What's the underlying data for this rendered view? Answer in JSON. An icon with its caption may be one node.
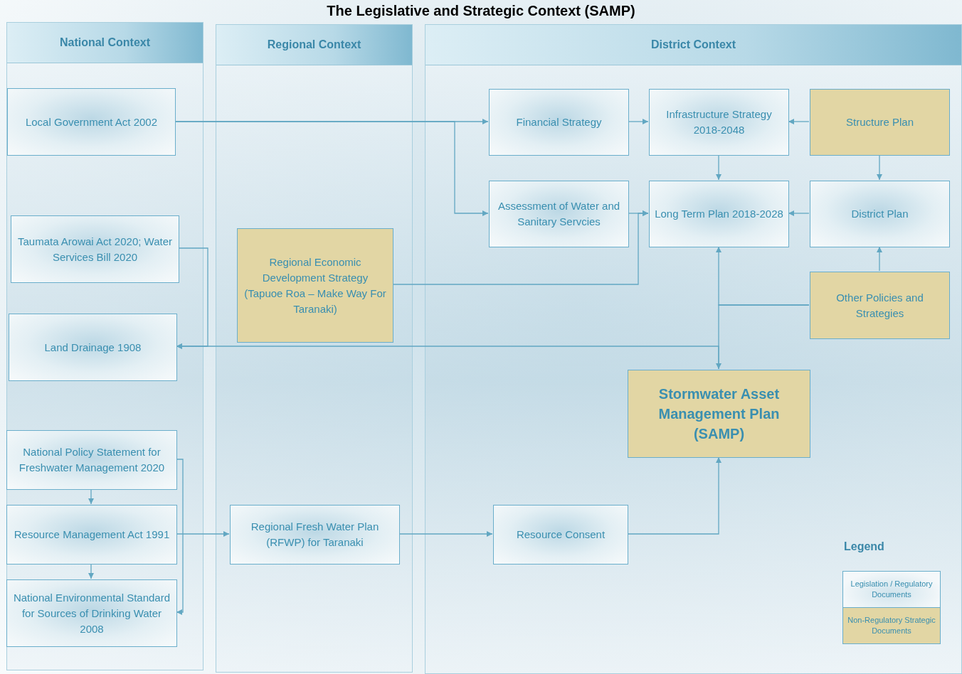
{
  "diagram": {
    "title": "The Legislative and Strategic Context (SAMP)",
    "nodes": [
      {
        "text": [
          "National Context"
        ]
      },
      {
        "text": [
          "Regional Context"
        ]
      },
      {
        "text": [
          "District Context"
        ]
      },
      {
        "text": [
          "Local Government Act 2002"
        ],
        "in": 0
      },
      {
        "text": [
          "Taumata Arowai Act 2020; Water Services Bill 2020"
        ],
        "in": 0
      },
      {
        "text": [
          "Land Drainage 1908"
        ],
        "in": 0
      },
      {
        "text": [
          "National Policy Statement for Freshwater Management 2020"
        ],
        "in": 0
      },
      {
        "text": [
          "Resource Management Act 1991"
        ],
        "in": 0
      },
      {
        "text": [
          "National Environmental Standard for Sources of Drinking Water 2008"
        ],
        "in": 0
      },
      {
        "text": [
          "Regional Economic Development Strategy (Tapuoe Roa – Make Way For Taranaki)"
        ],
        "in": 1
      },
      {
        "text": [
          "Regional Fresh Water Plan (RFWP) for Taranaki"
        ],
        "in": 1
      },
      {
        "text": [
          "Financial Strategy"
        ],
        "in": 2
      },
      {
        "text": [
          "Infrastructure Strategy 2018-2048"
        ],
        "in": 2
      },
      {
        "text": [
          "Structure Plan"
        ],
        "in": 2
      },
      {
        "text": [
          "Assessment of Water and Sanitary Servcies"
        ],
        "in": 2
      },
      {
        "text": [
          "Long Term Plan 2018-2028"
        ],
        "in": 2
      },
      {
        "text": [
          "District Plan"
        ],
        "in": 2
      },
      {
        "text": [
          "Other Policies and Strategies"
        ],
        "in": 2
      },
      {
        "text": [
          "Stormwater Asset Management Plan (SAMP)"
        ],
        "in": 2
      },
      {
        "text": [
          "Resource Consent"
        ],
        "in": 2
      }
    ],
    "edges": [
      {
        "from": 3,
        "to": 11,
        "arrow": "to"
      },
      {
        "from": 3,
        "to": 14,
        "arrow": "to"
      },
      {
        "from": 11,
        "to": 12,
        "arrow": "to"
      },
      {
        "from": 13,
        "to": 12,
        "arrow": "to"
      },
      {
        "from": 12,
        "to": 15,
        "arrow": "to"
      },
      {
        "from": 13,
        "to": 16,
        "arrow": "to"
      },
      {
        "from": 14,
        "to": 15,
        "arrow": "to"
      },
      {
        "from": 9,
        "to": 15,
        "arrow": "to"
      },
      {
        "from": 16,
        "to": 15,
        "arrow": "to"
      },
      {
        "from": 17,
        "to": 16,
        "arrow": "to"
      },
      {
        "from": 17,
        "to": 15,
        "arrow": "to"
      },
      {
        "from": 17,
        "to": 18,
        "arrow": "to"
      },
      {
        "from": 18,
        "to": 5,
        "arrow": "to"
      },
      {
        "from": 4,
        "to": 5,
        "arrow": "to"
      },
      {
        "from": 6,
        "to": 7,
        "arrow": "to"
      },
      {
        "from": 7,
        "to": 8,
        "arrow": "to"
      },
      {
        "from": 6,
        "to": 8,
        "arrow": "to"
      },
      {
        "from": 7,
        "to": 10,
        "arrow": "to"
      },
      {
        "from": 10,
        "to": 19,
        "arrow": "to"
      },
      {
        "from": 19,
        "to": 18,
        "arrow": "to"
      }
    ],
    "labels": [
      "Legend"
    ],
    "legend": [
      {
        "text": "Legislation / Regulatory Documents",
        "color": "#f4f8fa"
      },
      {
        "text": "Non-Regulatory Strategic Documents",
        "color": "#e2d6a4"
      }
    ]
  }
}
